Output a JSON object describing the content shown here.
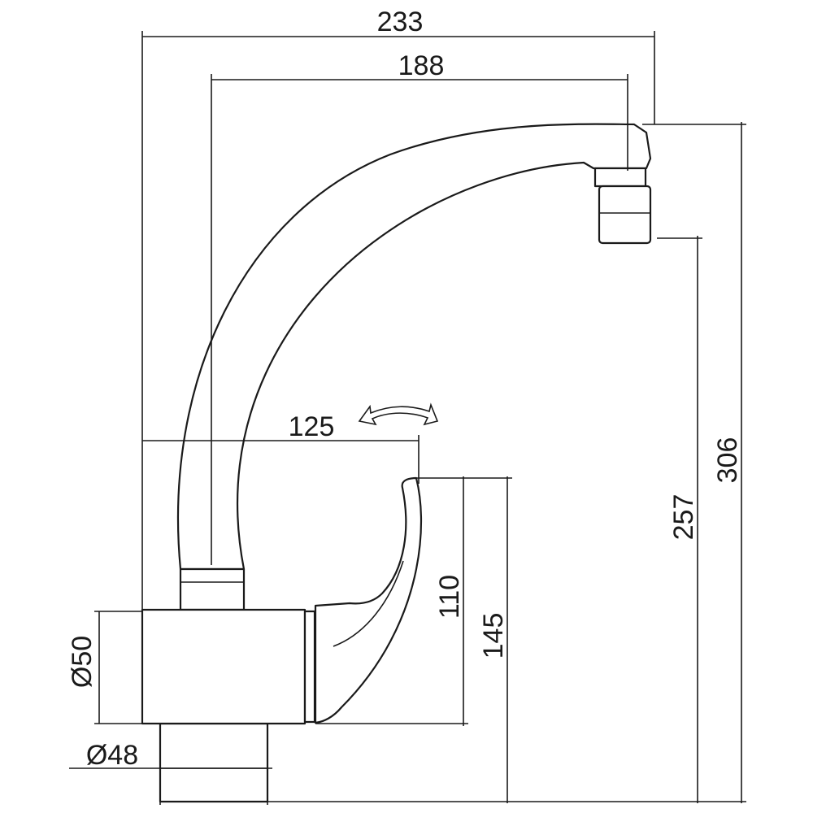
{
  "dimensions": {
    "overall_width": "233",
    "spout_reach": "188",
    "handle_reach": "125",
    "total_height": "306",
    "outlet_height": "257",
    "handle_height": "145",
    "body_height": "110",
    "body_diameter": "Ø50",
    "base_diameter": "Ø48"
  }
}
